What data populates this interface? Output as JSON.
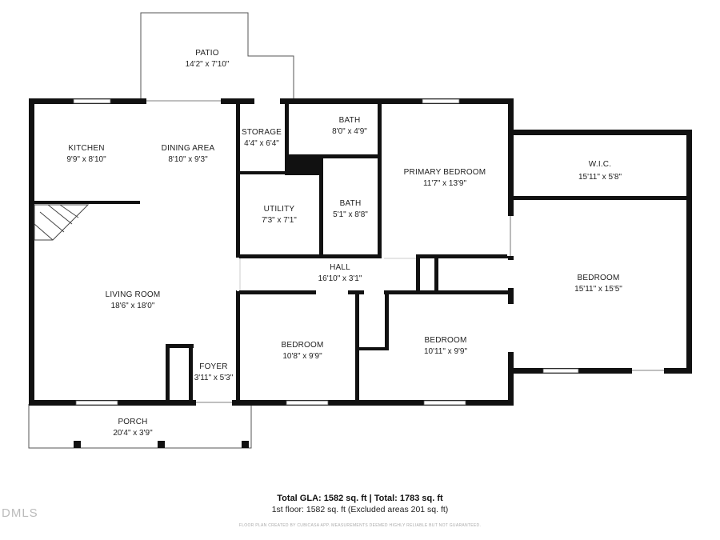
{
  "rooms": {
    "patio": {
      "name": "PATIO",
      "dim": "14'2\" x 7'10\""
    },
    "kitchen": {
      "name": "KITCHEN",
      "dim": "9'9\" x 8'10\""
    },
    "dining": {
      "name": "DINING AREA",
      "dim": "8'10\" x 9'3\""
    },
    "storage": {
      "name": "STORAGE",
      "dim": "4'4\" x 6'4\""
    },
    "bath1": {
      "name": "BATH",
      "dim": "8'0\" x 4'9\""
    },
    "primary": {
      "name": "PRIMARY BEDROOM",
      "dim": "11'7\" x 13'9\""
    },
    "wic": {
      "name": "W.I.C.",
      "dim": "15'11\" x 5'8\""
    },
    "utility": {
      "name": "UTILITY",
      "dim": "7'3\" x 7'1\""
    },
    "bath2": {
      "name": "BATH",
      "dim": "5'1\" x 8'8\""
    },
    "hall": {
      "name": "HALL",
      "dim": "16'10\" x 3'1\""
    },
    "living": {
      "name": "LIVING ROOM",
      "dim": "18'6\" x 18'0\""
    },
    "bedroom_east": {
      "name": "BEDROOM",
      "dim": "15'11\" x 15'5\""
    },
    "bedroom_1": {
      "name": "BEDROOM",
      "dim": "10'8\" x 9'9\""
    },
    "bedroom_2": {
      "name": "BEDROOM",
      "dim": "10'11\" x 9'9\""
    },
    "foyer": {
      "name": "FOYER",
      "dim": "3'11\" x 5'3\""
    },
    "porch": {
      "name": "PORCH",
      "dim": "20'4\" x 3'9\""
    }
  },
  "summary": {
    "total": "Total GLA: 1582 sq. ft | Total: 1783 sq. ft",
    "floor": "1st floor: 1582 sq. ft (Excluded areas 201 sq. ft)"
  },
  "credit": "FLOOR PLAN CREATED BY CUBICASA APP. MEASUREMENTS DEEMED HIGHLY RELIABLE BUT NOT GUARANTEED.",
  "watermark": "DMLS",
  "colors": {
    "wall": "#111111",
    "outline": "#555555",
    "window": "#ffffff"
  }
}
